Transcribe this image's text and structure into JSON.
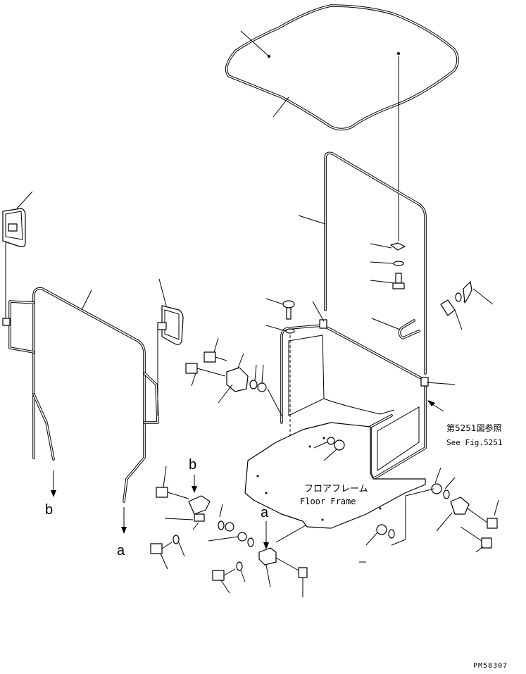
{
  "labels": {
    "floor_frame_jp": "フロアフレーム",
    "floor_frame_en": "Floor Frame",
    "ref_jp": "第5251図参照",
    "ref_en": "See Fig.5251",
    "arrow_a": "a",
    "arrow_b": "b",
    "drawing_number": "PM58307"
  }
}
